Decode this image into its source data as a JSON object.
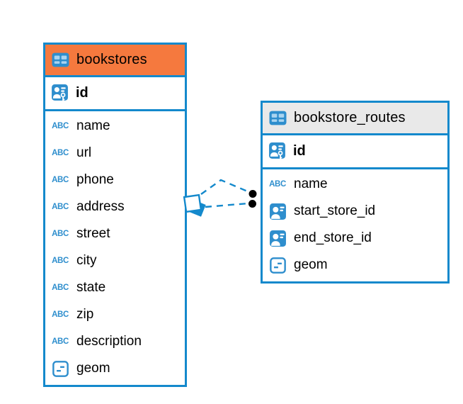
{
  "diagram": {
    "type": "entity-relationship",
    "background": "#ffffff",
    "colors": {
      "table_border": "#1489cc",
      "bookstores_header": "#f5793e",
      "routes_header": "#e9e9e9",
      "icon_blue": "#2e8ecd",
      "icon_cell": "#a9d4f0",
      "text": "#000000",
      "connector": "#1489cc",
      "connector_dot": "#000000"
    },
    "tables": [
      {
        "title": "bookstores",
        "header_style": "orange",
        "icon": "table-icon",
        "primary_key": {
          "label": "id",
          "icon": "person-key-icon"
        },
        "fields": [
          {
            "label": "name",
            "icon": "abc-icon"
          },
          {
            "label": "url",
            "icon": "abc-icon"
          },
          {
            "label": "phone",
            "icon": "abc-icon"
          },
          {
            "label": "address",
            "icon": "abc-icon"
          },
          {
            "label": "street",
            "icon": "abc-icon"
          },
          {
            "label": "city",
            "icon": "abc-icon"
          },
          {
            "label": "state",
            "icon": "abc-icon"
          },
          {
            "label": "zip",
            "icon": "abc-icon"
          },
          {
            "label": "description",
            "icon": "abc-icon"
          },
          {
            "label": "geom",
            "icon": "geometry-icon"
          }
        ]
      },
      {
        "title": "bookstore_routes",
        "header_style": "gray",
        "icon": "table-icon",
        "primary_key": {
          "label": "id",
          "icon": "person-key-icon"
        },
        "fields": [
          {
            "label": "name",
            "icon": "abc-icon"
          },
          {
            "label": "start_store_id",
            "icon": "person-icon"
          },
          {
            "label": "end_store_id",
            "icon": "person-icon"
          },
          {
            "label": "geom",
            "icon": "geometry-icon"
          }
        ]
      }
    ],
    "relationship": {
      "from_table": "bookstores",
      "to_table": "bookstore_routes",
      "line_style": "dashed",
      "start_marker": "diamond",
      "end_marker": "two-black-dots"
    }
  }
}
